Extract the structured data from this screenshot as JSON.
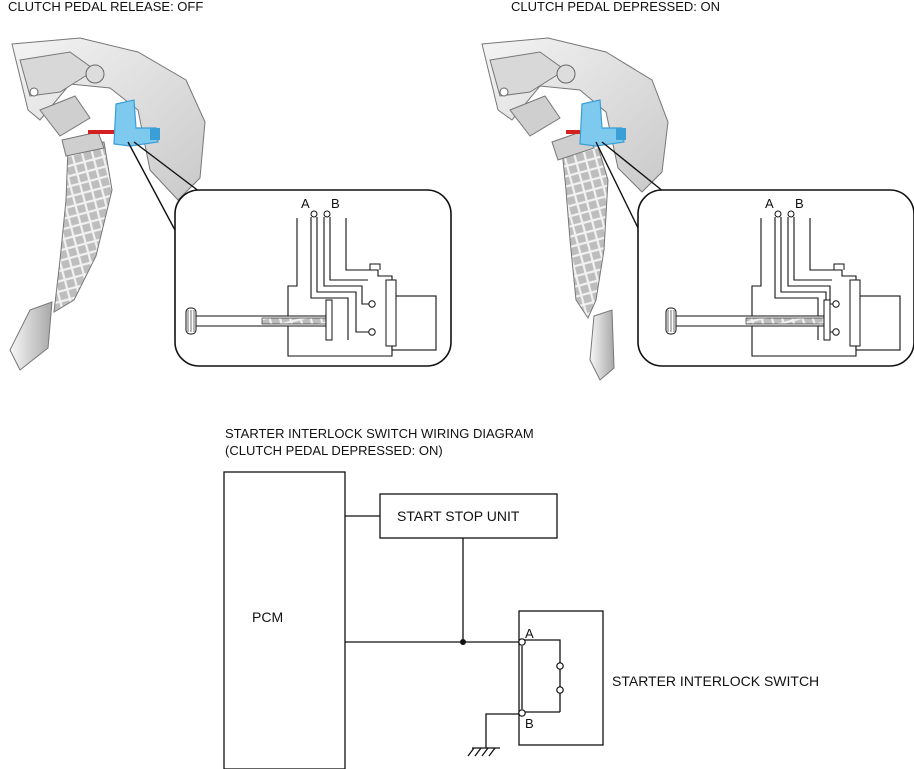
{
  "panels": [
    {
      "title": "CLUTCH PEDAL RELEASE: OFF",
      "terminal_a": "A",
      "terminal_b": "B"
    },
    {
      "title": "CLUTCH PEDAL DEPRESSED: ON",
      "terminal_a": "A",
      "terminal_b": "B"
    }
  ],
  "wiring": {
    "title_line1": "STARTER INTERLOCK SWITCH WIRING DIAGRAM",
    "title_line2": "(CLUTCH PEDAL DEPRESSED: ON)",
    "pcm_label": "PCM",
    "ssu_label": "START STOP UNIT",
    "switch_label": "STARTER INTERLOCK SWITCH",
    "terminal_a": "A",
    "terminal_b": "B"
  },
  "colors": {
    "switch_body": "#7ec9ee",
    "switch_body_dark": "#3a9fd6",
    "plunger": "#d32020",
    "pedal_light": "#e6e6e6",
    "pedal_dark": "#8a8a8a",
    "line": "#111111"
  }
}
